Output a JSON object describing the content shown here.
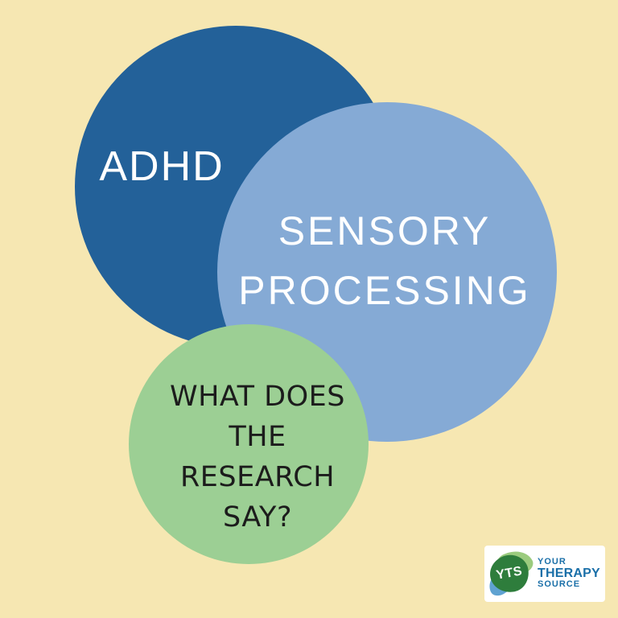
{
  "colors": {
    "background": "#F6E7B2",
    "adhd_circle": "#236199",
    "sensory_circle": "#85AAD5",
    "research_circle": "#9CCF94",
    "circle_text_light": "#FFFFFF",
    "research_text": "#1C1C1C",
    "logo_card_bg": "#FFFFFF",
    "logo_text_blue": "#1A6FA8",
    "logo_dark_green": "#2E7D3C",
    "logo_light_green": "#9BCB7E",
    "logo_leaf_blue": "#4E98CC"
  },
  "adhd_circle": {
    "label": "ADHD"
  },
  "sensory_circle": {
    "line1": "SENSORY",
    "line2": "PROCESSING"
  },
  "research_circle": {
    "line1": "WHAT DOES",
    "line2": "THE",
    "line3": "RESEARCH",
    "line4": "SAY?"
  },
  "logo": {
    "monogram": "YTS",
    "word1": "YOUR",
    "word2": "THERAPY",
    "word3": "SOURCE"
  }
}
